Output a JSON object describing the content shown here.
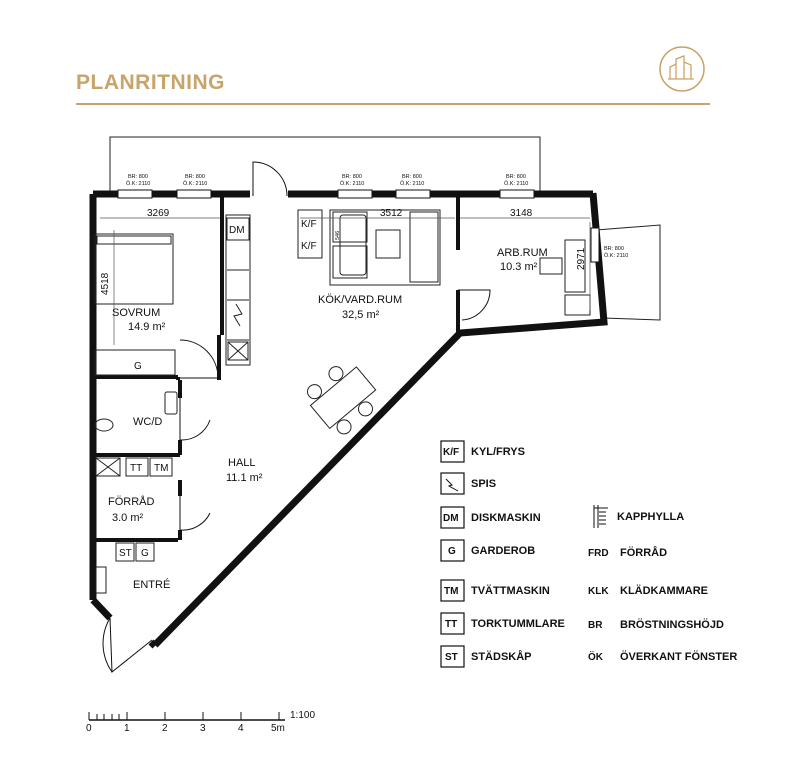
{
  "header": {
    "title": "PLANRITNING",
    "accent_color": "#c9a46a",
    "logo_icon": "building-logo-icon"
  },
  "rooms": {
    "sovrum": {
      "name": "SOVRUM",
      "area": "14.9 m²"
    },
    "kok": {
      "name": "KÖK/VARD.RUM",
      "area": "32,5 m²"
    },
    "arb": {
      "name": "ARB.RUM",
      "area": "10.3 m²"
    },
    "wc": {
      "name": "WC/D"
    },
    "hall": {
      "name": "HALL",
      "area": "11.1 m²"
    },
    "forrad": {
      "name": "FÖRRÅD",
      "area": "3.0 m²"
    },
    "entre": {
      "name": "ENTRÉ"
    }
  },
  "dimensions": {
    "d1": "3269",
    "d2": "3512",
    "d3": "3148",
    "d4": "4518",
    "d5": "2971",
    "d6": "546"
  },
  "windows": {
    "br": "BR: 800",
    "ok": "Ö.K: 2110"
  },
  "fixtures": {
    "dm": "DM",
    "kf": "K/F",
    "g": "G",
    "tt": "TT",
    "tm": "TM",
    "st": "ST"
  },
  "legend": [
    {
      "code": "K/F",
      "label": "KYL/FRYS"
    },
    {
      "code": "",
      "label": "SPIS",
      "icon": "stove-icon"
    },
    {
      "code": "DM",
      "label": "DISKMASKIN"
    },
    {
      "code": "G",
      "label": "GARDEROB"
    },
    {
      "code": "TM",
      "label": "TVÄTTMASKIN"
    },
    {
      "code": "TT",
      "label": "TORKTUMMLARE"
    },
    {
      "code": "ST",
      "label": "STÄDSKÅP"
    }
  ],
  "legend_right": [
    {
      "code": "",
      "label": "KAPPHYLLA",
      "icon": "coat-rack-icon"
    },
    {
      "code": "FRD",
      "label": "FÖRRÅD"
    },
    {
      "code": "KLK",
      "label": "KLÄDKAMMARE"
    },
    {
      "code": "BR",
      "label": "BRÖSTNINGSHÖJD"
    },
    {
      "code": "ÖK",
      "label": "ÖVERKANT FÖNSTER"
    }
  ],
  "scale": {
    "ticks": [
      "0",
      "1",
      "2",
      "3",
      "4",
      "5m"
    ],
    "ratio": "1:100"
  }
}
